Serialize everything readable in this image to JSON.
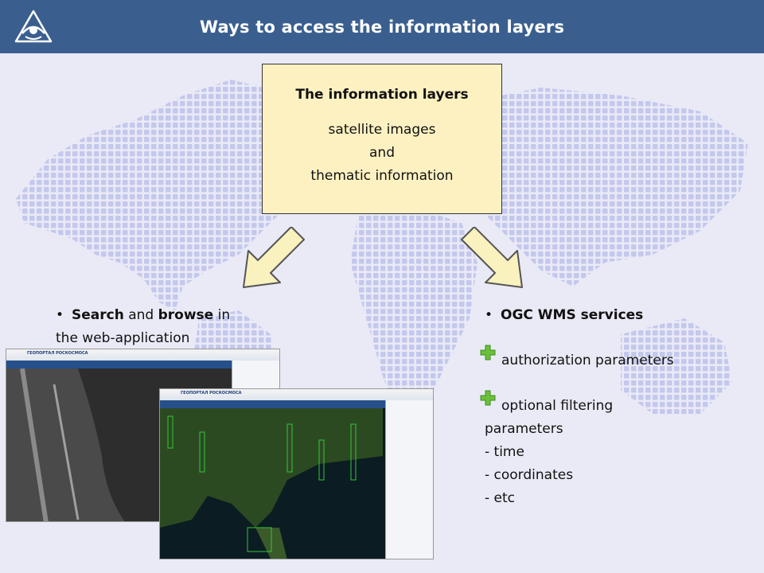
{
  "header": {
    "title": "Ways to access the information layers",
    "logo_icon": "satellite-logo-icon"
  },
  "infobox": {
    "title": "The information layers",
    "line1": "satellite images",
    "line2": "and",
    "line3": "thematic information"
  },
  "left": {
    "bold1": "Search",
    "text1": " and ",
    "bold2": "browse",
    "text2": " in",
    "line2": "the web-application"
  },
  "right": {
    "bullet_title": "OGC WMS services",
    "item1": "authorization parameters",
    "item2": "optional filtering",
    "line3": "parameters",
    "line4": "- time",
    "line5": "- coordinates",
    "line6": "- etc"
  },
  "screenshots": {
    "title1": "ГЕОПОРТАЛ РОСКОСМОСА",
    "title2": "ГЕОПОРТАЛ РОСКОСМОСА"
  },
  "colors": {
    "header": "#3a5f8f",
    "infobox": "#fdf1c2",
    "arrow_fill": "#f9f1be",
    "plus": "#6bbf3a"
  }
}
